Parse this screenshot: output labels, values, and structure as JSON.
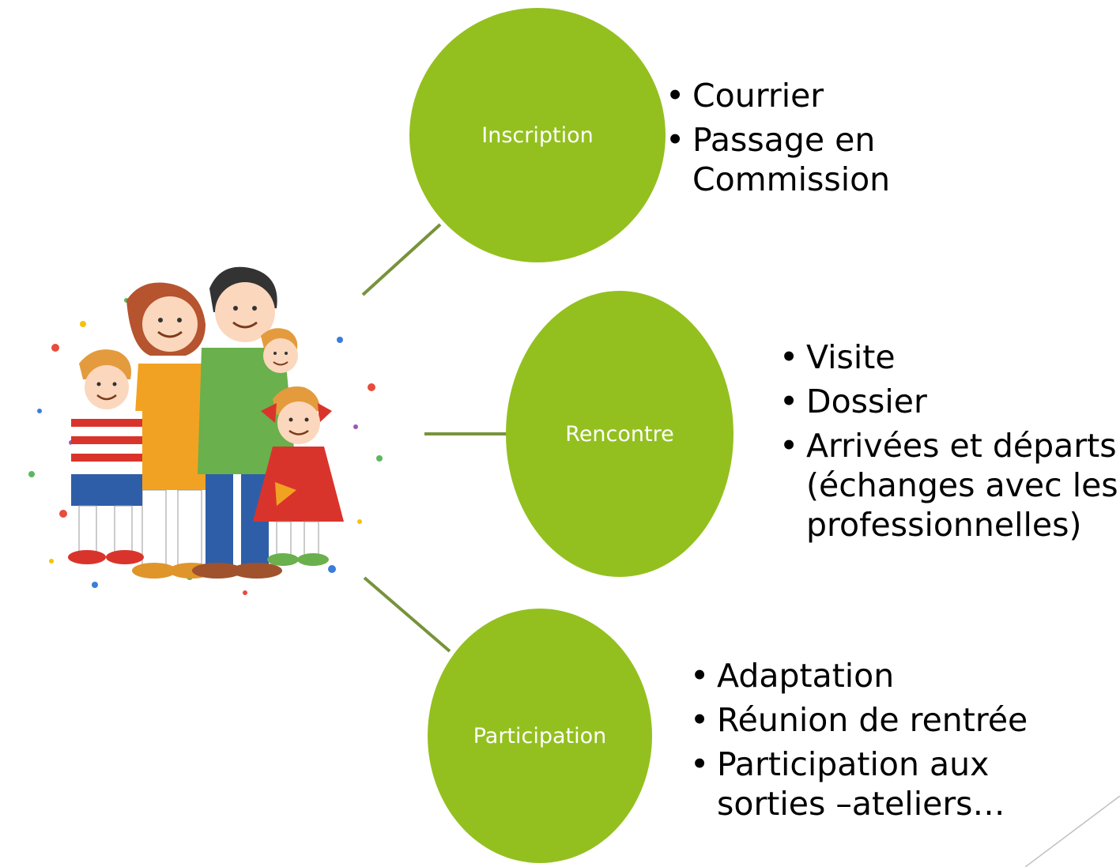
{
  "colors": {
    "node_fill": "#93c01f",
    "connector": "#77933c",
    "text": "#000000",
    "node_text": "#ffffff"
  },
  "illustration": {
    "icon": "family-hugging-illustration"
  },
  "nodes": [
    {
      "label": "Inscription",
      "items": [
        "Courrier",
        "Passage en Commission"
      ]
    },
    {
      "label": "Rencontre",
      "items": [
        "Visite",
        "Dossier",
        "Arrivées et départs (échanges avec les professionnelles)"
      ]
    },
    {
      "label": "Participation",
      "items": [
        "Adaptation",
        "Réunion de rentrée",
        "Participation aux sorties –ateliers…"
      ]
    }
  ]
}
